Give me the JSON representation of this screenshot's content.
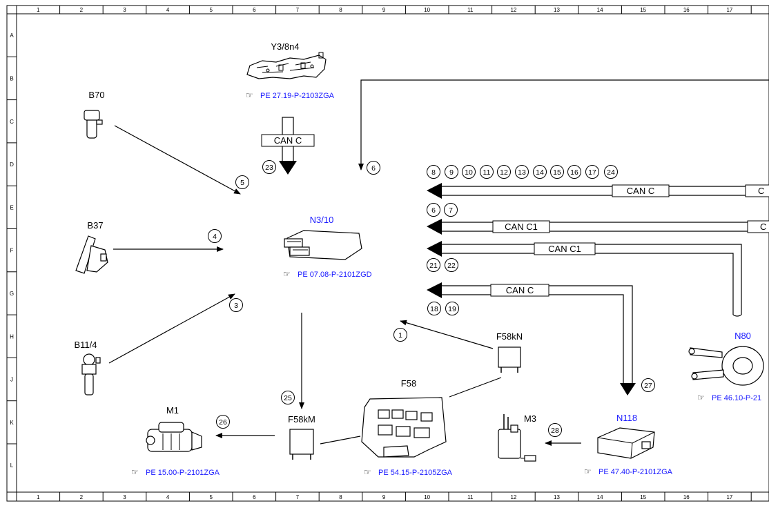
{
  "grid": {
    "columns": [
      "1",
      "2",
      "3",
      "4",
      "5",
      "6",
      "7",
      "8",
      "9",
      "10",
      "11",
      "12",
      "13",
      "14",
      "15",
      "16",
      "17"
    ],
    "rows": [
      "A",
      "B",
      "C",
      "D",
      "E",
      "F",
      "G",
      "H",
      "J",
      "K",
      "L"
    ]
  },
  "components": {
    "y3_8n4": {
      "label": "Y3/8n4",
      "ref": "PE 27.19-P-2103ZGA"
    },
    "b70": {
      "label": "B70"
    },
    "b37": {
      "label": "B37"
    },
    "b11_4": {
      "label": "B11/4"
    },
    "n3_10": {
      "label": "N3/10",
      "ref": "PE 07.08-P-2101ZGD"
    },
    "f58kn": {
      "label": "F58kN"
    },
    "f58": {
      "label": "F58",
      "ref": "PE 54.15-P-2105ZGA"
    },
    "f58km": {
      "label": "F58kM"
    },
    "m1": {
      "label": "M1",
      "ref": "PE 15.00-P-2101ZGA"
    },
    "m3": {
      "label": "M3"
    },
    "n118": {
      "label": "N118",
      "ref": "PE 47.40-P-2101ZGA"
    },
    "n80": {
      "label": "N80",
      "ref": "PE 46.10-P-21"
    }
  },
  "buses": {
    "top": "CAN C",
    "row1": "CAN C",
    "row1_right": "C",
    "row2": "CAN C1",
    "row2_right": "C",
    "row3": "CAN C1",
    "row4": "CAN C"
  },
  "numbers": {
    "n1": "1",
    "n3": "3",
    "n4": "4",
    "n5": "5",
    "n6": "6",
    "n23": "23",
    "n25": "25",
    "n26": "26",
    "n27": "27",
    "n28": "28",
    "row1": [
      "8",
      "9",
      "10",
      "11",
      "12",
      "13",
      "14",
      "15",
      "16",
      "17",
      "24"
    ],
    "row2": [
      "6",
      "7"
    ],
    "row3": [
      "21",
      "22"
    ],
    "row4": [
      "18",
      "19"
    ]
  }
}
